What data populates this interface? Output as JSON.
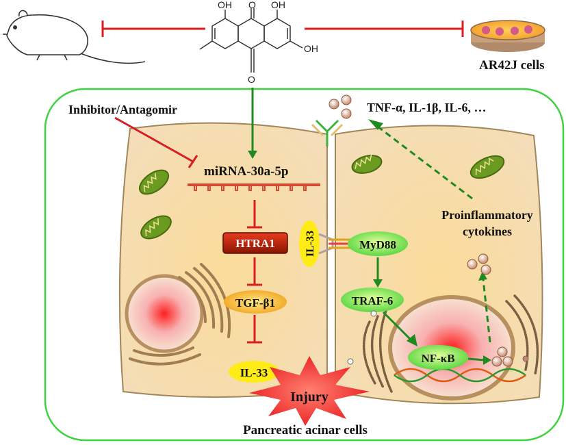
{
  "compound": {
    "oh_top_left": "OH",
    "oh_top_right": "OH",
    "oh_right": "OH",
    "ketone_top": "O",
    "ketone_bottom": "O"
  },
  "cell_line": "AR42J cells",
  "inhibitor": "Inhibitor/Antagomir",
  "mirna": "miRNA-30a-5p",
  "cascade_left": {
    "htra1": "HTRA1",
    "tgf": "TGF-β1",
    "il33": "IL-33"
  },
  "il33_receptor": "IL-33",
  "cascade_right": {
    "myd88": "MyD88",
    "traf6": "TRAF-6",
    "nfkb": "NF-κB"
  },
  "cytokines_out": "TNF-α, IL-1β, IL-6, …",
  "proinflammatory": [
    "Proinflammatory",
    "cytokines"
  ],
  "injury": "Injury",
  "bottom_label": "Pancreatic acinar cells",
  "colors": {
    "inhibit": "#d81e1e",
    "activate": "#1f8a1f",
    "border": "#3fd23f",
    "cell": "#f6e0b5"
  }
}
